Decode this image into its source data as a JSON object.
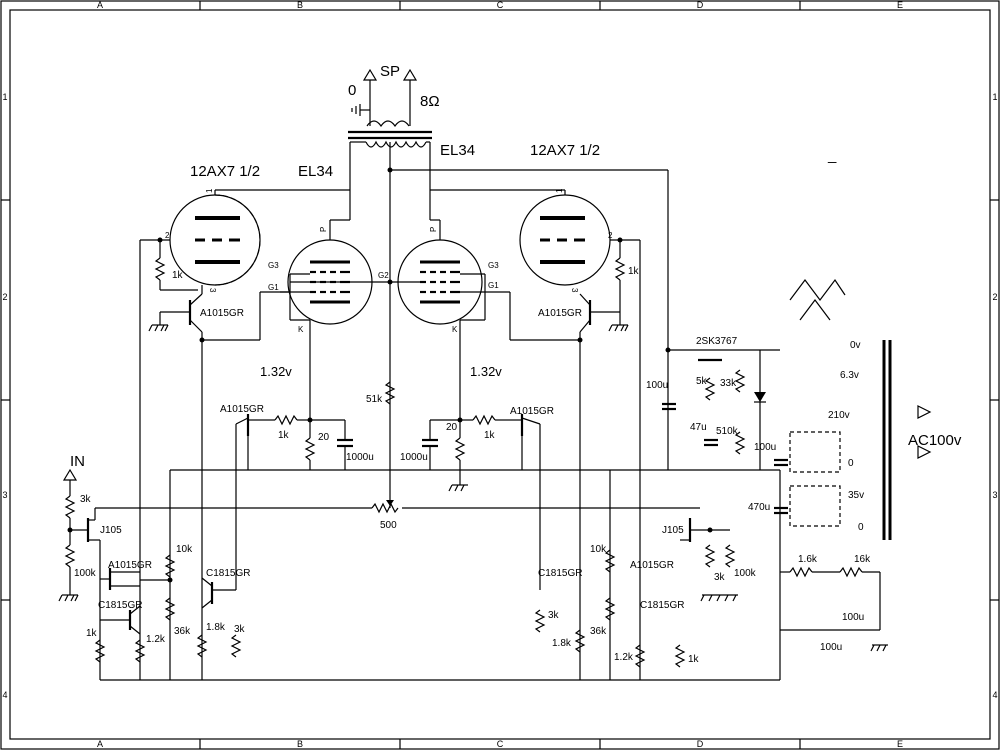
{
  "border": {
    "cols": [
      "A",
      "B",
      "C",
      "D",
      "E"
    ],
    "rows": [
      "1",
      "2",
      "3",
      "4"
    ]
  },
  "titles": {
    "tube_left": "12AX7 1/2",
    "tube_right": "12AX7 1/2",
    "el34_left": "EL34",
    "el34_right": "EL34",
    "sp": "SP",
    "zero": "0",
    "ohm": "8Ω",
    "input": "IN",
    "ac": "AC100v",
    "dash": "_"
  },
  "pins": {
    "p": "P",
    "k": "K",
    "g1": "G1",
    "g2": "G2",
    "g3": "G3",
    "n1": "1",
    "n2": "2",
    "n3": "3"
  },
  "components": {
    "r_1k": "1k",
    "r_20": "20",
    "r_51k": "51k",
    "r_500": "500",
    "r_3k": "3k",
    "r_100k": "100k",
    "r_10k": "10k",
    "r_36k": "36k",
    "r_1_2k": "1.2k",
    "r_1_8k": "1.8k",
    "r_5k": "5k",
    "r_33k": "33k",
    "r_510k": "510k",
    "r_1_6k": "1.6k",
    "r_16k": "16k",
    "c_1000u": "1000u",
    "c_100u": "100u",
    "c_47u": "47u",
    "c_470u": "470u",
    "v_1_32": "1.32v",
    "q_a1015": "A1015GR",
    "q_c1815": "C1815GR",
    "q_j105": "J105",
    "q_2sk": "2SK3767",
    "t_0v": "0v",
    "t_6_3v": "6.3v",
    "t_210v": "210v",
    "t_0": "0",
    "t_35v": "35v"
  }
}
